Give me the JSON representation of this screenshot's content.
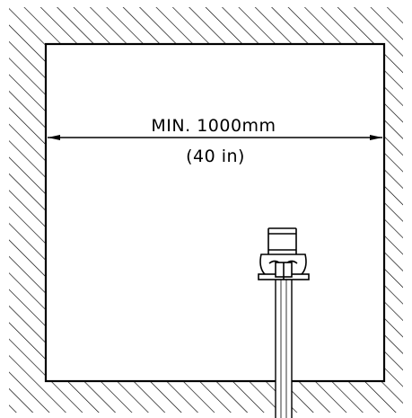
{
  "dimension": {
    "line1": "MIN. 1000mm",
    "line2": "(40 in)"
  },
  "colors": {
    "ink": "#000000",
    "background": "#ffffff"
  },
  "icons": {
    "hatched_wall": "hatch-pattern",
    "fixture": "valve-fixture"
  }
}
